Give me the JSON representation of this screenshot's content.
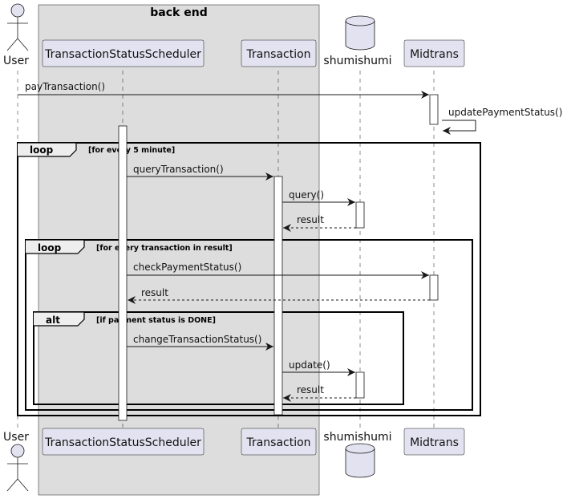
{
  "box": {
    "title": "back end"
  },
  "participants": {
    "user": "User",
    "scheduler": "TransactionStatusScheduler",
    "transaction": "Transaction",
    "db": "shumishumi",
    "midtrans": "Midtrans"
  },
  "messages": {
    "pay_transaction": "payTransaction()",
    "update_payment_status": "updatePaymentStatus()",
    "query_transaction": "queryTransaction()",
    "query": "query()",
    "result1": "result",
    "check_payment_status": "checkPaymentStatus()",
    "result2": "result",
    "change_transaction_status": "changeTransactionStatus()",
    "update": "update()",
    "result3": "result"
  },
  "frames": {
    "loop_outer": {
      "keyword": "loop",
      "condition": "[for every 5 minute]"
    },
    "loop_inner": {
      "keyword": "loop",
      "condition": "[for every transaction in result]"
    },
    "alt": {
      "keyword": "alt",
      "condition": "[if payment status is DONE]"
    }
  },
  "colors": {
    "box_fill": "#dddddd",
    "participant_fill": "#e2e2f0",
    "participant_stroke": "#181818",
    "activation_fill": "#ffffff"
  }
}
